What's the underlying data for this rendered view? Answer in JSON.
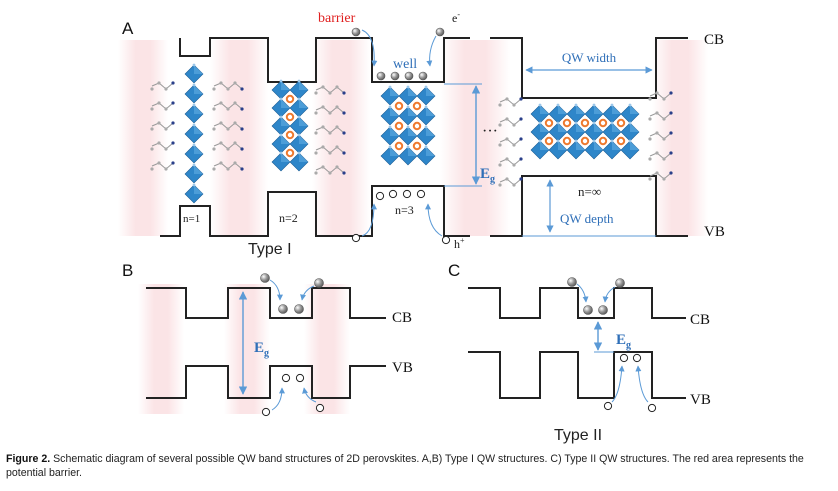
{
  "panels": {
    "a": "A",
    "b": "B",
    "c": "C"
  },
  "labels": {
    "barrier": "barrier",
    "electron": "e",
    "electron_sup": "-",
    "well": "well",
    "qw_width": "QW width",
    "qw_depth": "QW depth",
    "cb": "CB",
    "vb": "VB",
    "eg_main": "E",
    "eg_sub": "g",
    "hole": "h",
    "hole_sup": "+",
    "n1": "n=1",
    "n2": "n=2",
    "n3": "n=3",
    "ninf": "n=∞",
    "ellipsis": "···",
    "type1": "Type I",
    "type2": "Type II"
  },
  "caption": {
    "fig_label": "Figure 2.",
    "text": "Schematic diagram of several possible QW band structures of 2D perovskites. A,B) Type I QW structures. C) Type II QW structures. The red area represents the potential barrier."
  },
  "colors": {
    "barrier_red": "#e02020",
    "accent_blue": "#2f6fb8",
    "arrow_blue": "#5b9ad6",
    "octahedron_blue": "#2e86c9",
    "cation_orange": "#ee7a2f",
    "barrier_shade": "#fbe9ea"
  }
}
